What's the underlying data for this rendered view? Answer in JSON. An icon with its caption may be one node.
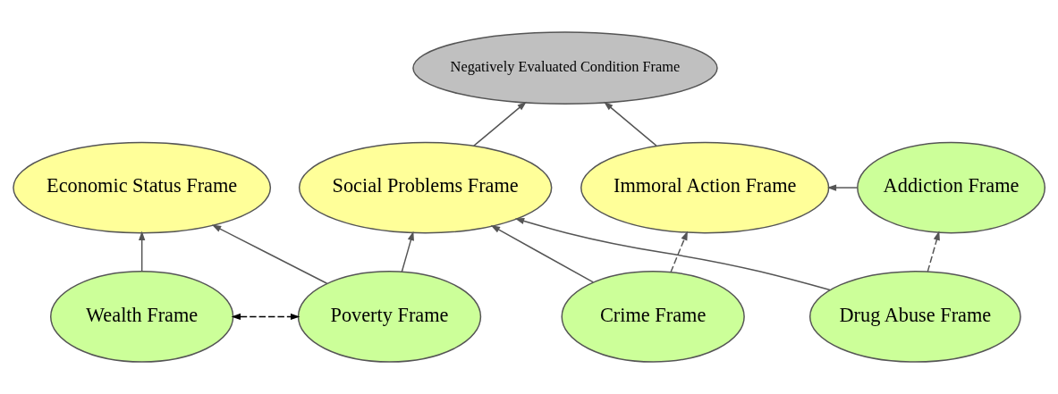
{
  "diagram": {
    "nodes": [
      {
        "text": [
          "Negatively Evaluated Condition Frame"
        ]
      },
      {
        "text": [
          "Economic Status Frame"
        ]
      },
      {
        "text": [
          "Social Problems Frame"
        ]
      },
      {
        "text": [
          "Immoral Action Frame"
        ]
      },
      {
        "text": [
          "Addiction Frame"
        ]
      },
      {
        "text": [
          "Wealth Frame"
        ]
      },
      {
        "text": [
          "Poverty Frame"
        ]
      },
      {
        "text": [
          "Crime Frame"
        ]
      },
      {
        "text": [
          "Drug Abuse Frame"
        ]
      }
    ],
    "edges": [
      {
        "from": 2,
        "to": 0,
        "arrow": "to"
      },
      {
        "from": 3,
        "to": 0,
        "arrow": "to"
      },
      {
        "from": 5,
        "to": 1,
        "arrow": "to"
      },
      {
        "from": 6,
        "to": 1,
        "arrow": "to"
      },
      {
        "from": 5,
        "to": 6,
        "arrow": "both",
        "style": "dashed",
        "color": "#000000"
      },
      {
        "from": 6,
        "to": 2,
        "arrow": "to"
      },
      {
        "from": 7,
        "to": 2,
        "arrow": "to"
      },
      {
        "from": 7,
        "to": 3,
        "arrow": "to",
        "style": "dashed"
      },
      {
        "from": 8,
        "to": 2,
        "arrow": "to"
      },
      {
        "from": 8,
        "to": 4,
        "arrow": "to",
        "style": "dashed"
      },
      {
        "from": 4,
        "to": 3,
        "arrow": "to"
      }
    ]
  }
}
